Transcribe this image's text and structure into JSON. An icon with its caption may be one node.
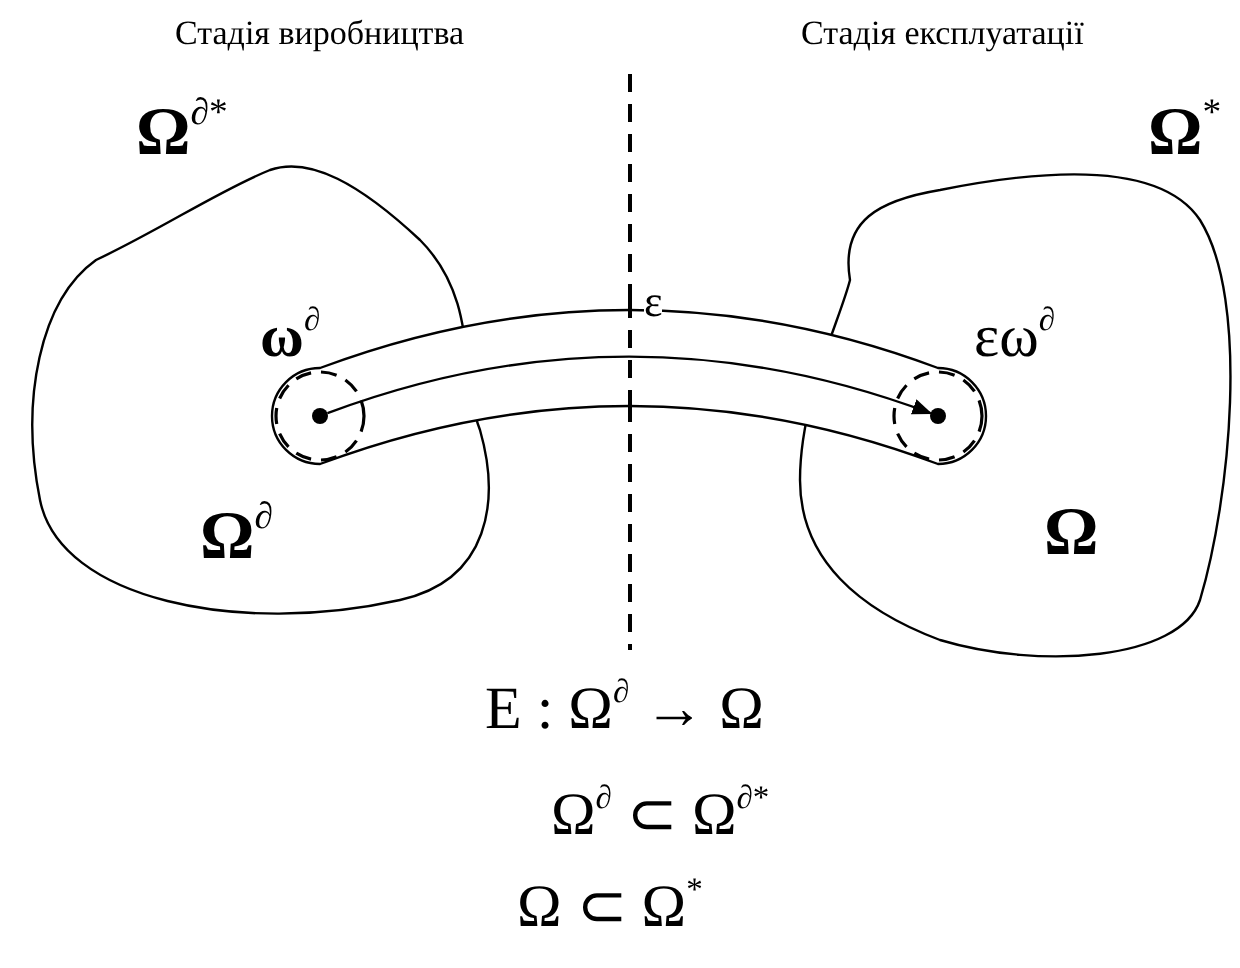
{
  "diagram": {
    "nodes": [
      {
        "text": [],
        "shape": "circle"
      },
      {
        "text": [],
        "shape": "circle"
      }
    ],
    "edges": [
      {
        "from": 0,
        "to": 1,
        "arrow": "to"
      }
    ],
    "labels": [
      "Стадія виробництва",
      "Стадія експлуатації",
      "Ω$^{∂*}$",
      "Ω$^{*}$",
      "ω$^{∂}$",
      "ε",
      "εω$^{∂}$",
      "Ω$^{∂}$",
      "Ω",
      "E : Ω$^{∂}$ → Ω",
      "Ω$^{∂}$ ⊂ Ω$^{∂*}$",
      "Ω ⊂ Ω$^{*}$"
    ]
  }
}
